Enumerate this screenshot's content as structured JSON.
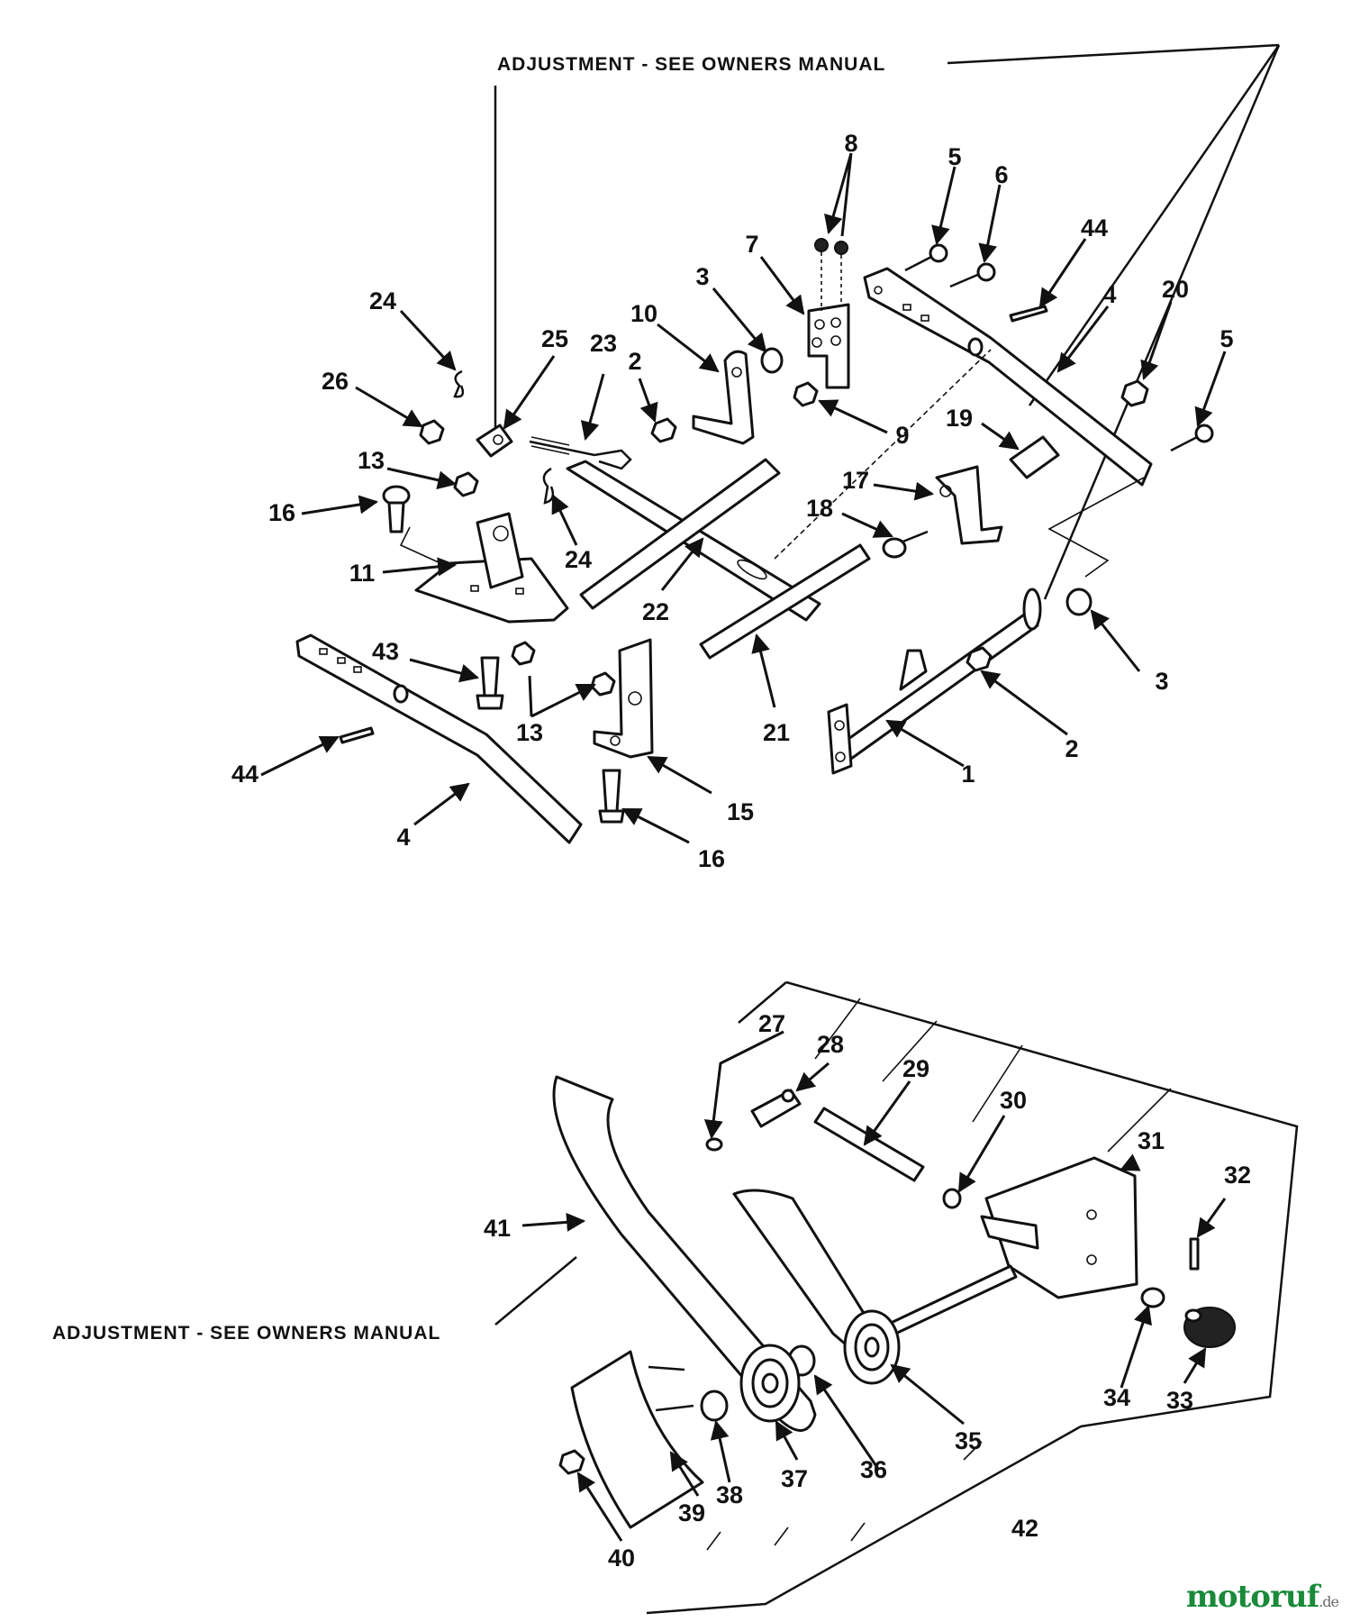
{
  "headings": {
    "top": "ADJUSTMENT - SEE OWNERS MANUAL",
    "bottom": "ADJUSTMENT - SEE OWNERS MANUAL"
  },
  "callouts": [
    {
      "id": "c8",
      "text": "8"
    },
    {
      "id": "c5a",
      "text": "5"
    },
    {
      "id": "c6",
      "text": "6"
    },
    {
      "id": "c44a",
      "text": "44"
    },
    {
      "id": "c7",
      "text": "7"
    },
    {
      "id": "c3a",
      "text": "3"
    },
    {
      "id": "c10",
      "text": "10"
    },
    {
      "id": "c2a",
      "text": "2"
    },
    {
      "id": "c4a",
      "text": "4"
    },
    {
      "id": "c20",
      "text": "20"
    },
    {
      "id": "c5b",
      "text": "5"
    },
    {
      "id": "c24a",
      "text": "24"
    },
    {
      "id": "c25",
      "text": "25"
    },
    {
      "id": "c23",
      "text": "23"
    },
    {
      "id": "c26",
      "text": "26"
    },
    {
      "id": "c9",
      "text": "9"
    },
    {
      "id": "c19",
      "text": "19"
    },
    {
      "id": "c13a",
      "text": "13"
    },
    {
      "id": "c17",
      "text": "17"
    },
    {
      "id": "c16a",
      "text": "16"
    },
    {
      "id": "c18",
      "text": "18"
    },
    {
      "id": "c24b",
      "text": "24"
    },
    {
      "id": "c11",
      "text": "11"
    },
    {
      "id": "c22",
      "text": "22"
    },
    {
      "id": "c43",
      "text": "43"
    },
    {
      "id": "c3b",
      "text": "3"
    },
    {
      "id": "c2b",
      "text": "2"
    },
    {
      "id": "c13b",
      "text": "13"
    },
    {
      "id": "c21",
      "text": "21"
    },
    {
      "id": "c1",
      "text": "1"
    },
    {
      "id": "c44b",
      "text": "44"
    },
    {
      "id": "c15",
      "text": "15"
    },
    {
      "id": "c4b",
      "text": "4"
    },
    {
      "id": "c16b",
      "text": "16"
    },
    {
      "id": "c27",
      "text": "27"
    },
    {
      "id": "c28",
      "text": "28"
    },
    {
      "id": "c29",
      "text": "29"
    },
    {
      "id": "c30",
      "text": "30"
    },
    {
      "id": "c31",
      "text": "31"
    },
    {
      "id": "c32",
      "text": "32"
    },
    {
      "id": "c41",
      "text": "41"
    },
    {
      "id": "c34",
      "text": "34"
    },
    {
      "id": "c33",
      "text": "33"
    },
    {
      "id": "c35",
      "text": "35"
    },
    {
      "id": "c36",
      "text": "36"
    },
    {
      "id": "c37",
      "text": "37"
    },
    {
      "id": "c38",
      "text": "38"
    },
    {
      "id": "c39",
      "text": "39"
    },
    {
      "id": "c40",
      "text": "40"
    },
    {
      "id": "c42",
      "text": "42"
    }
  ],
  "watermark": {
    "brand": "motoruf",
    "tld": ".de"
  },
  "colors": {
    "ink": "#111111",
    "paper": "#ffffff",
    "watermark": "#1a8a3a"
  }
}
